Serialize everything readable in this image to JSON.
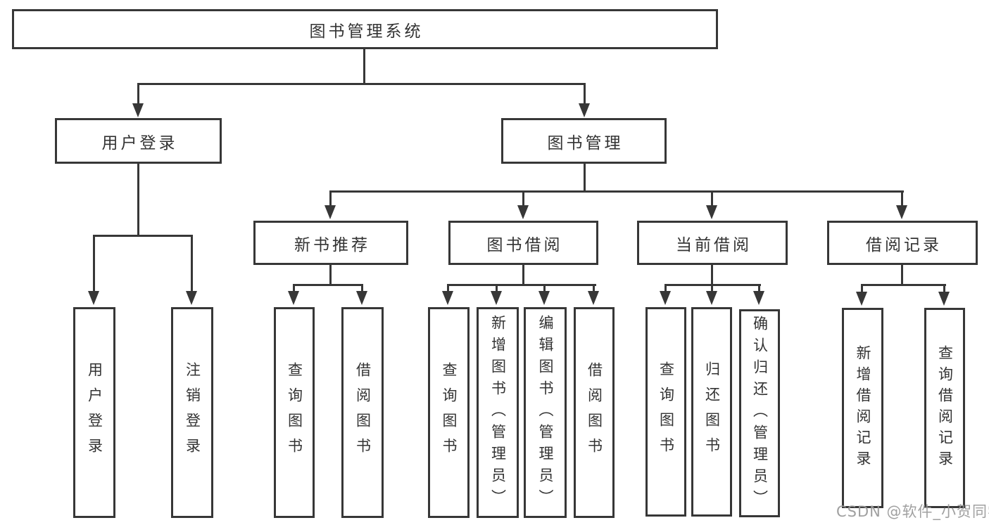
{
  "diagram": {
    "type": "tree-flowchart",
    "root": {
      "label": "图书管理系统"
    },
    "branches": [
      {
        "label": "用户登录",
        "children": [
          {
            "label": "用户登录"
          },
          {
            "label": "注销登录"
          }
        ]
      },
      {
        "label": "图书管理",
        "children": [
          {
            "label": "新书推荐",
            "children": [
              {
                "label": "查询图书"
              },
              {
                "label": "借阅图书"
              }
            ]
          },
          {
            "label": "图书借阅",
            "children": [
              {
                "label": "查询图书"
              },
              {
                "label": "新增图书（管理员）"
              },
              {
                "label": "编辑图书（管理员）"
              },
              {
                "label": "借阅图书"
              }
            ]
          },
          {
            "label": "当前借阅",
            "children": [
              {
                "label": "查询图书"
              },
              {
                "label": "归还图书"
              },
              {
                "label": "确认归还（管理员）"
              }
            ]
          },
          {
            "label": "借阅记录",
            "children": [
              {
                "label": "新增借阅记录"
              },
              {
                "label": "查询借阅记录"
              }
            ]
          }
        ]
      }
    ]
  },
  "watermark": {
    "text": "CSDN @软件_小贺同学"
  },
  "colors": {
    "line": "#373737",
    "box_border": "#373737",
    "text": "#333333",
    "watermark": "#989898",
    "background": "#ffffff"
  }
}
